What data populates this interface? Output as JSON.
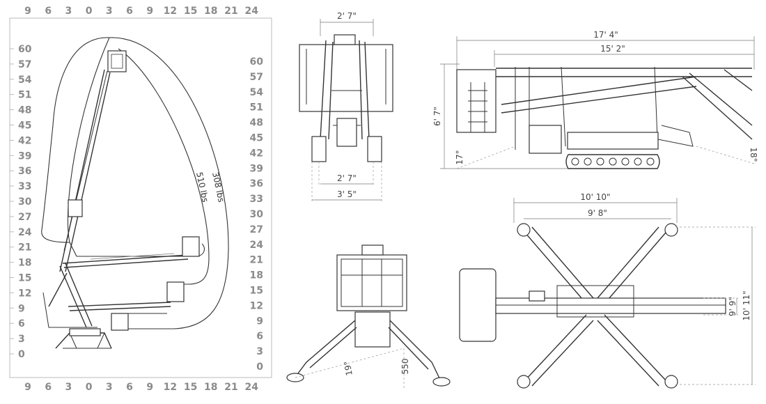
{
  "working_range": {
    "x_ticks": [
      "9",
      "6",
      "3",
      "0",
      "3",
      "6",
      "9",
      "12",
      "15",
      "18",
      "21",
      "24"
    ],
    "y_ticks": [
      "60",
      "57",
      "54",
      "51",
      "48",
      "45",
      "42",
      "39",
      "36",
      "33",
      "30",
      "27",
      "24",
      "21",
      "18",
      "15",
      "12",
      "9",
      "6",
      "3",
      "0"
    ],
    "right_y_ticks": [
      "60",
      "57",
      "54",
      "51",
      "48",
      "45",
      "42",
      "39",
      "36",
      "33",
      "30",
      "27",
      "24",
      "21",
      "18",
      "15",
      "12",
      "9",
      "6",
      "3",
      "0"
    ],
    "capacity_outer": "308 lbs",
    "capacity_inner": "510 lbs"
  },
  "front_view": {
    "top_width": "2' 7\"",
    "track_width": "2' 7\"",
    "outer_width": "3' 5\""
  },
  "side_view": {
    "overall_length": "17' 4\"",
    "inner_length": "15' 2\"",
    "height": "6' 7\"",
    "angle_left": "17°",
    "angle_right": "18°"
  },
  "rear_view": {
    "leveling_angle": "19°",
    "leveling_height": "550"
  },
  "top_view": {
    "outrigger_width": "10' 10\"",
    "inner_width": "9' 8\"",
    "track_width": "9' 9\"",
    "total_width": "10' 11\""
  }
}
